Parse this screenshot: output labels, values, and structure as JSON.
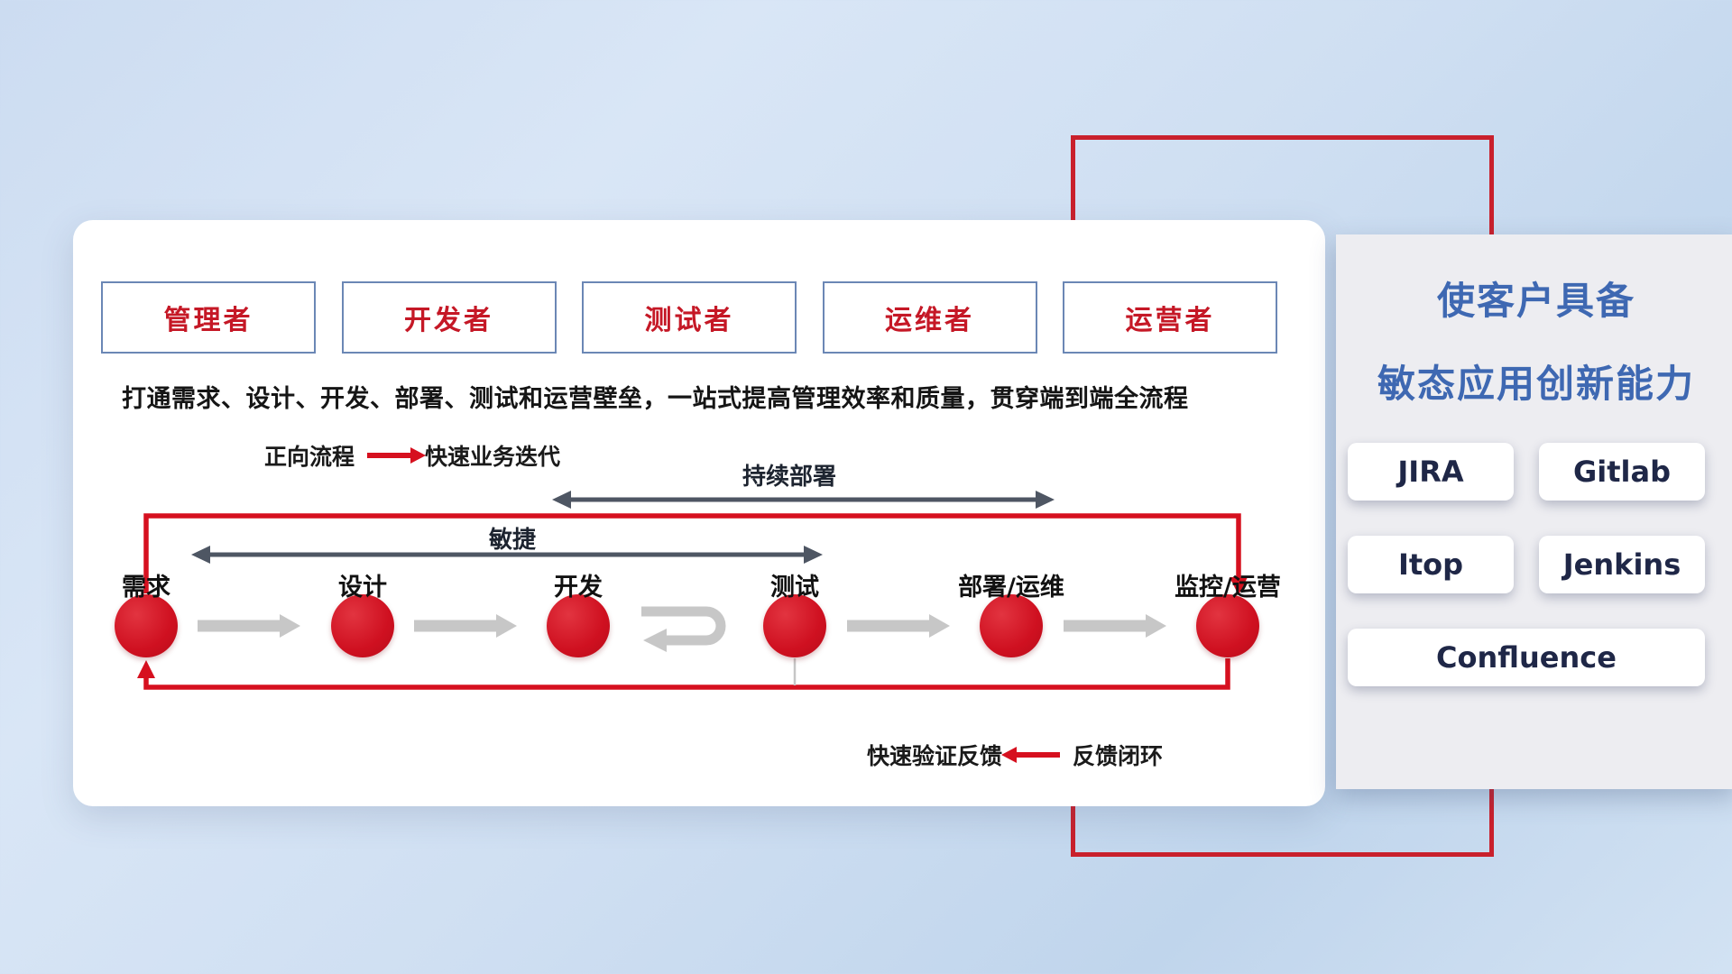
{
  "roles": [
    "管理者",
    "开发者",
    "测试者",
    "运维者",
    "运营者"
  ],
  "subtitle": "打通需求、设计、开发、部署、测试和运营壁垒，一站式提高管理效率和质量，贯穿端到端全流程",
  "legend_forward": {
    "label": "正向流程",
    "desc": "快速业务迭代"
  },
  "flow_arrows": {
    "continuous_deploy": "持续部署",
    "agile": "敏捷"
  },
  "stages": [
    "需求",
    "设计",
    "开发",
    "测试",
    "部署/运维",
    "监控/运营"
  ],
  "legend_feedback": {
    "desc": "快速验证反馈",
    "label": "反馈闭环"
  },
  "panel": {
    "title_line1": "使客户具备",
    "title_line2": "敏态应用创新能力",
    "tools": [
      "JIRA",
      "Gitlab",
      "Itop",
      "Jenkins",
      "Confluence"
    ]
  },
  "colors": {
    "red_accent": "#d6101f",
    "dark_arrow": "#4e5663",
    "light_arrow": "#c7c7c7",
    "panel_title_blue": "#3e68b2",
    "tool_text_navy": "#1f2747",
    "role_text_red": "#c51826",
    "role_border_blue": "#6b87b5"
  }
}
